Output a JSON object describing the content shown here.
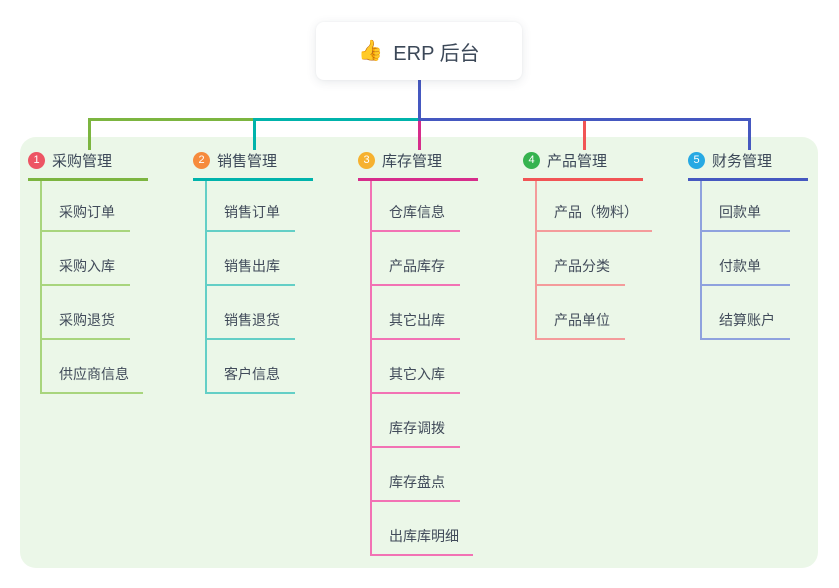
{
  "root": {
    "title": "ERP 后台",
    "icon": "thumbs-up",
    "icon_glyph": "👍",
    "line_color": "#4558c0"
  },
  "panel_color": "#ebf7e8",
  "branches": [
    {
      "index": "1",
      "title": "采购管理",
      "badge_color": "#ed5564",
      "line_color": "#7cb540",
      "light_color": "#a8d57d",
      "items": [
        "采购订单",
        "采购入库",
        "采购退货",
        "供应商信息"
      ]
    },
    {
      "index": "2",
      "title": "销售管理",
      "badge_color": "#f68b3d",
      "line_color": "#00b3ab",
      "light_color": "#63cfc6",
      "items": [
        "销售订单",
        "销售出库",
        "销售退货",
        "客户信息"
      ]
    },
    {
      "index": "3",
      "title": "库存管理",
      "badge_color": "#f6b12f",
      "line_color": "#d62d8b",
      "light_color": "#f272b4",
      "items": [
        "仓库信息",
        "产品库存",
        "其它出库",
        "其它入库",
        "库存调拨",
        "库存盘点",
        "出库库明细"
      ]
    },
    {
      "index": "4",
      "title": "产品管理",
      "badge_color": "#36b34f",
      "line_color": "#f15455",
      "light_color": "#f49b9b",
      "items": [
        "产品（物料）",
        "产品分类",
        "产品单位"
      ]
    },
    {
      "index": "5",
      "title": "财务管理",
      "badge_color": "#27a9e3",
      "line_color": "#4558c0",
      "light_color": "#8fa2de",
      "items": [
        "回款单",
        "付款单",
        "结算账户"
      ]
    }
  ]
}
